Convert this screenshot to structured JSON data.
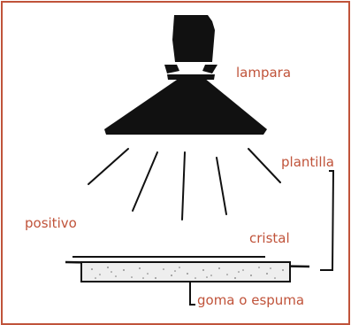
{
  "colors": {
    "frame": "#c0533a",
    "label_text": "#c0533a",
    "ink": "#111111"
  },
  "labels": {
    "lamp": "lampara",
    "template": "plantilla",
    "positive": "positivo",
    "glass": "cristal",
    "foam": "goma o espuma"
  }
}
